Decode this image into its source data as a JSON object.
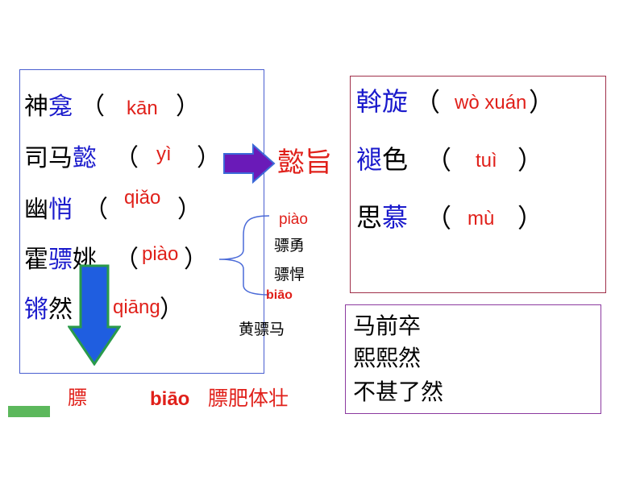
{
  "left_box": {
    "rows": [
      {
        "pre": "神",
        "word": "龛",
        "post": "",
        "pinyin": "kān"
      },
      {
        "pre": "司马",
        "word": "懿",
        "post": "",
        "pinyin": "yì"
      },
      {
        "pre": "幽",
        "word": "悄",
        "post": "",
        "pinyin": "qiǎo"
      },
      {
        "pre": "霍",
        "word": "骠",
        "post": "姚",
        "pinyin": "piào"
      },
      {
        "pre": "",
        "word": "锵",
        "post": "然",
        "pinyin": "qiāng"
      }
    ],
    "paren_open": "（",
    "paren_close": "）"
  },
  "arrow_right_word": "懿旨",
  "piao_branch": {
    "top_pinyin": "piào",
    "words_piao": [
      "骠勇",
      "骠悍"
    ],
    "bottom_pinyin": "biāo",
    "word_biao": "黄骠马"
  },
  "down_arrow_word": "膘",
  "bottom_phrase": {
    "pinyin": "biāo",
    "text": "膘肥体壮"
  },
  "right_box": {
    "rows": [
      {
        "word": "斡",
        "rest": "旋",
        "pinyin": "wò  xuán"
      },
      {
        "word": "褪",
        "rest": "色",
        "pinyin": "tuì"
      },
      {
        "word": "思",
        "rest": "慕",
        "pinyin": "mù"
      }
    ],
    "paren_open": "（",
    "paren_close": "）"
  },
  "phrase_box": {
    "lines": [
      "马前卒",
      "熙熙然",
      "不甚了然"
    ]
  },
  "colors": {
    "blue_text": "#1a1acc",
    "red_pinyin": "#e0201a",
    "box_blue": "#4a5fd0",
    "box_maroon": "#a0304a",
    "box_purple": "#8c3aa0",
    "arrow_purple": "#6a1ab8",
    "arrow_blue": "#1f5ee0",
    "green_bar": "#5cb85c"
  }
}
